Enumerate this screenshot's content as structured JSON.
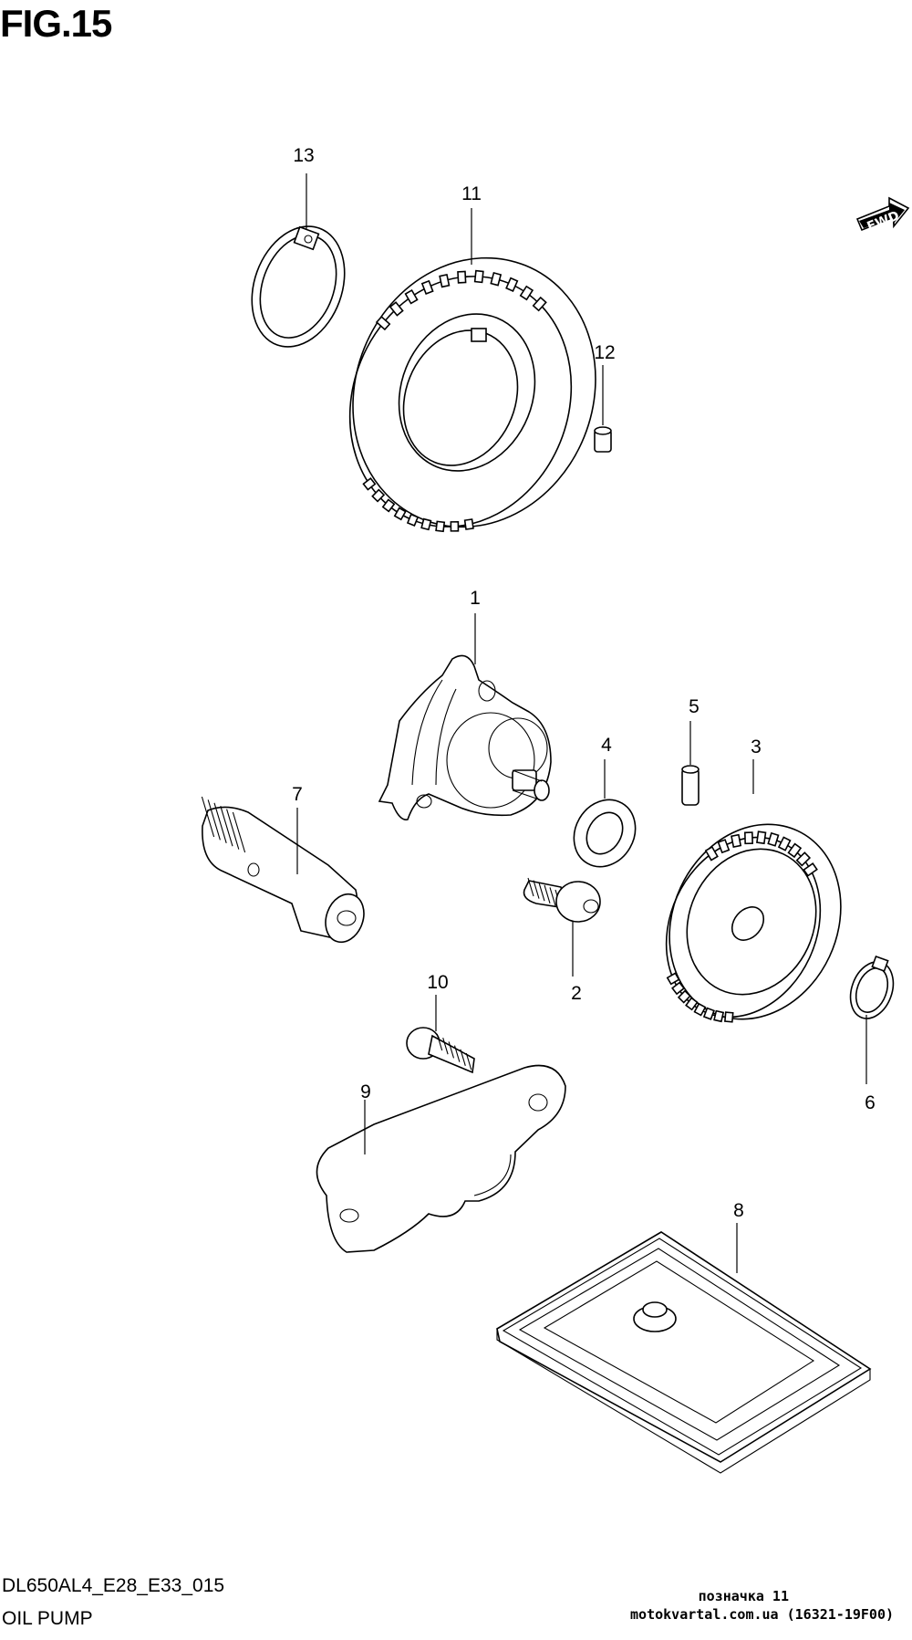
{
  "figure": {
    "title": "FIG.15",
    "model_code": "DL650AL4_E28_E33_015",
    "name": "OIL PUMP"
  },
  "direction_badge": {
    "label": "FWD"
  },
  "callouts": [
    "1",
    "2",
    "3",
    "4",
    "5",
    "6",
    "7",
    "8",
    "9",
    "10",
    "11",
    "12",
    "13"
  ],
  "watermark": {
    "line1": "позначка 11",
    "line2": "motokvartal.com.ua (16321-19F00)"
  }
}
